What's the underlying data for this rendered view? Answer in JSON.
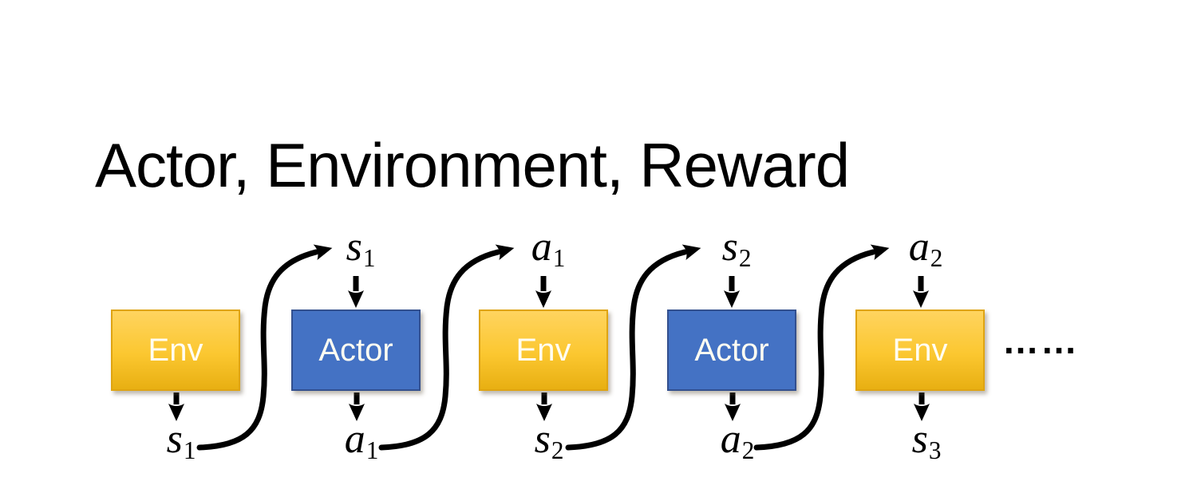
{
  "title": "Actor, Environment, Reward",
  "diagram": {
    "boxes": [
      {
        "label": "Env",
        "type": "env"
      },
      {
        "label": "Actor",
        "type": "actor"
      },
      {
        "label": "Env",
        "type": "env"
      },
      {
        "label": "Actor",
        "type": "actor"
      },
      {
        "label": "Env",
        "type": "env"
      }
    ],
    "top_labels": [
      {
        "symbol": "s",
        "subscript": "1"
      },
      {
        "symbol": "a",
        "subscript": "1"
      },
      {
        "symbol": "s",
        "subscript": "2"
      },
      {
        "symbol": "a",
        "subscript": "2"
      }
    ],
    "bottom_labels": [
      {
        "symbol": "s",
        "subscript": "1"
      },
      {
        "symbol": "a",
        "subscript": "1"
      },
      {
        "symbol": "s",
        "subscript": "2"
      },
      {
        "symbol": "a",
        "subscript": "2"
      },
      {
        "symbol": "s",
        "subscript": "3"
      }
    ],
    "ellipsis": "……"
  },
  "colors": {
    "env_gradient_top": "#FFD45F",
    "env_gradient_mid": "#FBC730",
    "env_gradient_bottom": "#E8AF12",
    "env_border": "#DFA412",
    "actor_fill": "#4472C4",
    "actor_border": "#33508F",
    "arrow": "#000000",
    "title_text": "#000000",
    "box_text": "#FFFDF2"
  }
}
